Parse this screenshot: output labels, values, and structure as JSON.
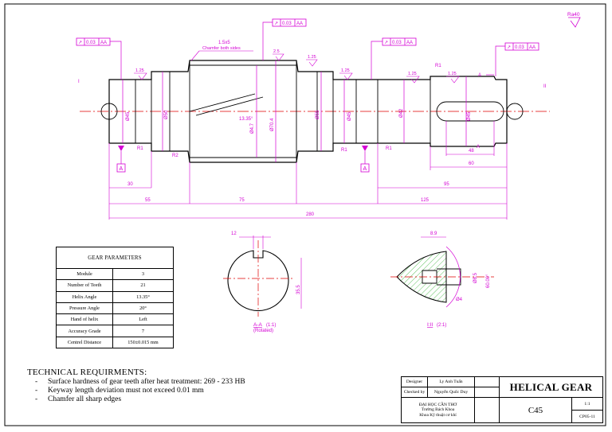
{
  "surface_finish": "Ra40",
  "gdt_frames": [
    {
      "symbol": "↗",
      "value": "0.03",
      "datum": "AA"
    },
    {
      "symbol": "↗",
      "value": "0.03",
      "datum": "AA"
    },
    {
      "symbol": "↗",
      "value": "0.03",
      "datum": "AA"
    },
    {
      "symbol": "↗",
      "value": "0.03",
      "datum": "AA"
    }
  ],
  "chamfer_note": {
    "size": "1.5x5",
    "text": "Chamfer both sides"
  },
  "finish_marks": [
    "1.25",
    "2.5",
    "1.25",
    "1.25",
    "1.25",
    "1.25"
  ],
  "radius_labels": [
    "R1",
    "R2",
    "R1",
    "R1",
    "R1"
  ],
  "section_marks": [
    "I",
    "II",
    "A",
    "A"
  ],
  "datum_labels": [
    "A",
    "A"
  ],
  "diameters": [
    "Ø45",
    "Ø50",
    "Ø70.4",
    "Ø55",
    "Ø45",
    "Ø42",
    "Ø45"
  ],
  "helix_label": "13.35°",
  "keyway_dims": {
    "key_len": "48",
    "shoulder": "60"
  },
  "lengths": {
    "l30": "30",
    "l55": "55",
    "l75": "75",
    "l95": "95",
    "l125": "125",
    "l280": "280"
  },
  "section_a": {
    "width": "12",
    "depth": "35.5",
    "title": "A-A",
    "scale": "(1:1)",
    "note": "(Rotated)"
  },
  "detail_i": {
    "title": "I:II",
    "scale": "(2:1)",
    "dim_top": "8.9",
    "dim_bore": "Ø8.5",
    "dim_cone": "Ø4",
    "angle": "60.00°"
  },
  "gear_params": {
    "header": "GEAR PARAMETERS",
    "rows": [
      {
        "name": "Module",
        "value": "3"
      },
      {
        "name": "Number of Teeth",
        "value": "21"
      },
      {
        "name": "Helix Angle",
        "value": "13.35°"
      },
      {
        "name": "Pressure Angle",
        "value": "20°"
      },
      {
        "name": "Hand of helix",
        "value": "Left"
      },
      {
        "name": "Accuracy Grade",
        "value": "7"
      },
      {
        "name": "Centrel Distance",
        "value": "150±0.015 mm"
      }
    ]
  },
  "tech_req": {
    "title": "TECHNICAL REQUIRMENTS:",
    "items": [
      "Surface hardness of gear teeth after heat treatment: 269 - 233 HB",
      "Keyway length deviation must not exceed 0.01 mm",
      "Chamfer all sharp edges"
    ]
  },
  "title_block": {
    "designer_label": "Designer",
    "designer": "Ly Anh Tuấn",
    "checked_label": "Checked by",
    "checker": "Nguyễn Quốc Duy",
    "title": "HELICAL GEAR",
    "university": [
      "ĐẠI HỌC CẦN THƠ",
      "Trường Bách Khoa",
      "Khoa Kỹ thuật cơ khí"
    ],
    "material": "C45",
    "scale": "1:1",
    "code": "CP05-11"
  }
}
